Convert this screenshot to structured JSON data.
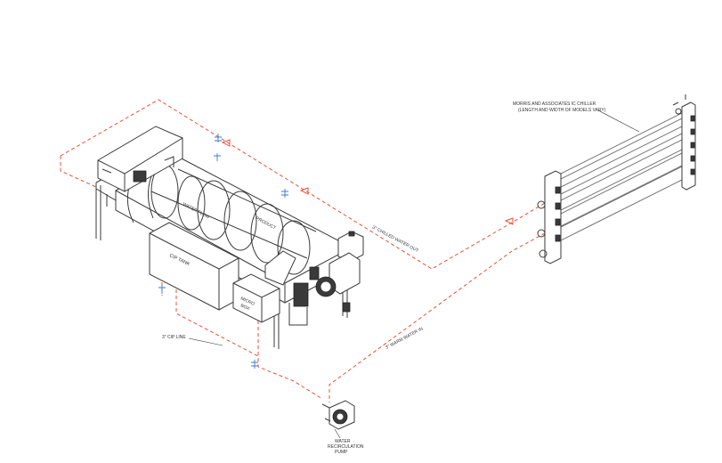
{
  "labels": {
    "chiller_line1": "MORRIS AND ASSOCIATES IC CHILLER",
    "chiller_line2": "(LENGTH AND WIDTH OF MODELS VARY)",
    "chilled_water_out": "3\" CHILLED WATER OUT",
    "warm_water_in": "3\" WARM WATER IN",
    "cip_line": "3\" CIP LINE",
    "cip_tank": "CIP TANK",
    "water_flow": "WATER FLOW",
    "product": "PRODUCT",
    "micro_box_line1": "MICRO",
    "micro_box_line2": "BOX",
    "pump_line1": "WATER",
    "pump_line2": "RECIRCULATION",
    "pump_line3": "PUMP"
  },
  "colors": {
    "pipe": "#e8503a",
    "valve": "#3a7bd5",
    "equipment": "#3a3a3a"
  }
}
